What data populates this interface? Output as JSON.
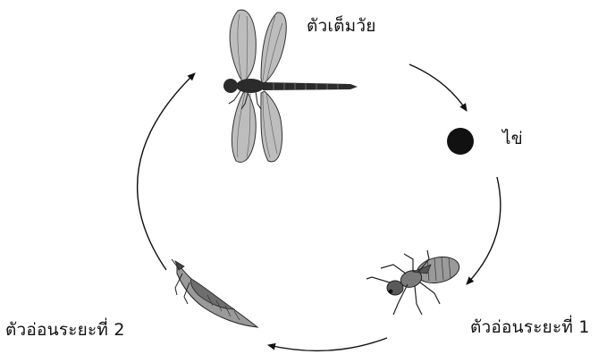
{
  "diagram": {
    "stages": {
      "adult": {
        "label": "ตัวเต็มวัย"
      },
      "egg": {
        "label": "ไข่"
      },
      "nymph1": {
        "label": "ตัวอ่อนระยะที่ 1"
      },
      "nymph2": {
        "label": "ตัวอ่อนระยะที่ 2"
      }
    },
    "colors": {
      "ink": "#111111",
      "wing": "#bdbdbd",
      "wing_vein": "#5a5a5a",
      "body": "#2b2b2b",
      "background": "#ffffff"
    },
    "icons": {
      "adult": "dragonfly-icon",
      "egg": "egg-icon",
      "nymph1": "nymph-icon",
      "nymph2": "emerging-nymph-icon"
    }
  }
}
